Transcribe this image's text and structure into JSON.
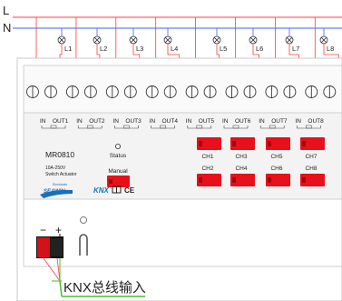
{
  "lines": {
    "live": "L",
    "neutral": "N"
  },
  "lamps": [
    "L1",
    "L2",
    "L3",
    "L4",
    "L5",
    "L6",
    "L7",
    "L8"
  ],
  "channels": [
    {
      "io_in": "IN",
      "io_out": "OUT1",
      "button": "CH1"
    },
    {
      "io_in": "IN",
      "io_out": "OUT2",
      "button": "CH2"
    },
    {
      "io_in": "IN",
      "io_out": "OUT3",
      "button": "CH3"
    },
    {
      "io_in": "IN",
      "io_out": "OUT4",
      "button": "CH4"
    },
    {
      "io_in": "IN",
      "io_out": "OUT5",
      "button": "CH5"
    },
    {
      "io_in": "IN",
      "io_out": "OUT6",
      "button": "CH6"
    },
    {
      "io_in": "IN",
      "io_out": "OUT7",
      "button": "CH7"
    },
    {
      "io_in": "IN",
      "io_out": "OUT8",
      "button": "CH8"
    }
  ],
  "device": {
    "model": "MR0810",
    "rating": "10A-250V",
    "type": "Switch Actuator",
    "status_label": "Status",
    "manual_label": "Manual",
    "brand": "SEAWIN",
    "brand_small": "Electricals",
    "knx_logo": "KNX",
    "ce_mark": "CE"
  },
  "bus": {
    "minus": "−",
    "plus": "+",
    "label": "KNX总线输入"
  },
  "colors": {
    "live_wire": "#ff3b3b",
    "neutral_wire": "#3b62ff",
    "button_red": "#e8101a",
    "brand_blue": "#1a6fb8",
    "bus_line": "#43c22c"
  }
}
